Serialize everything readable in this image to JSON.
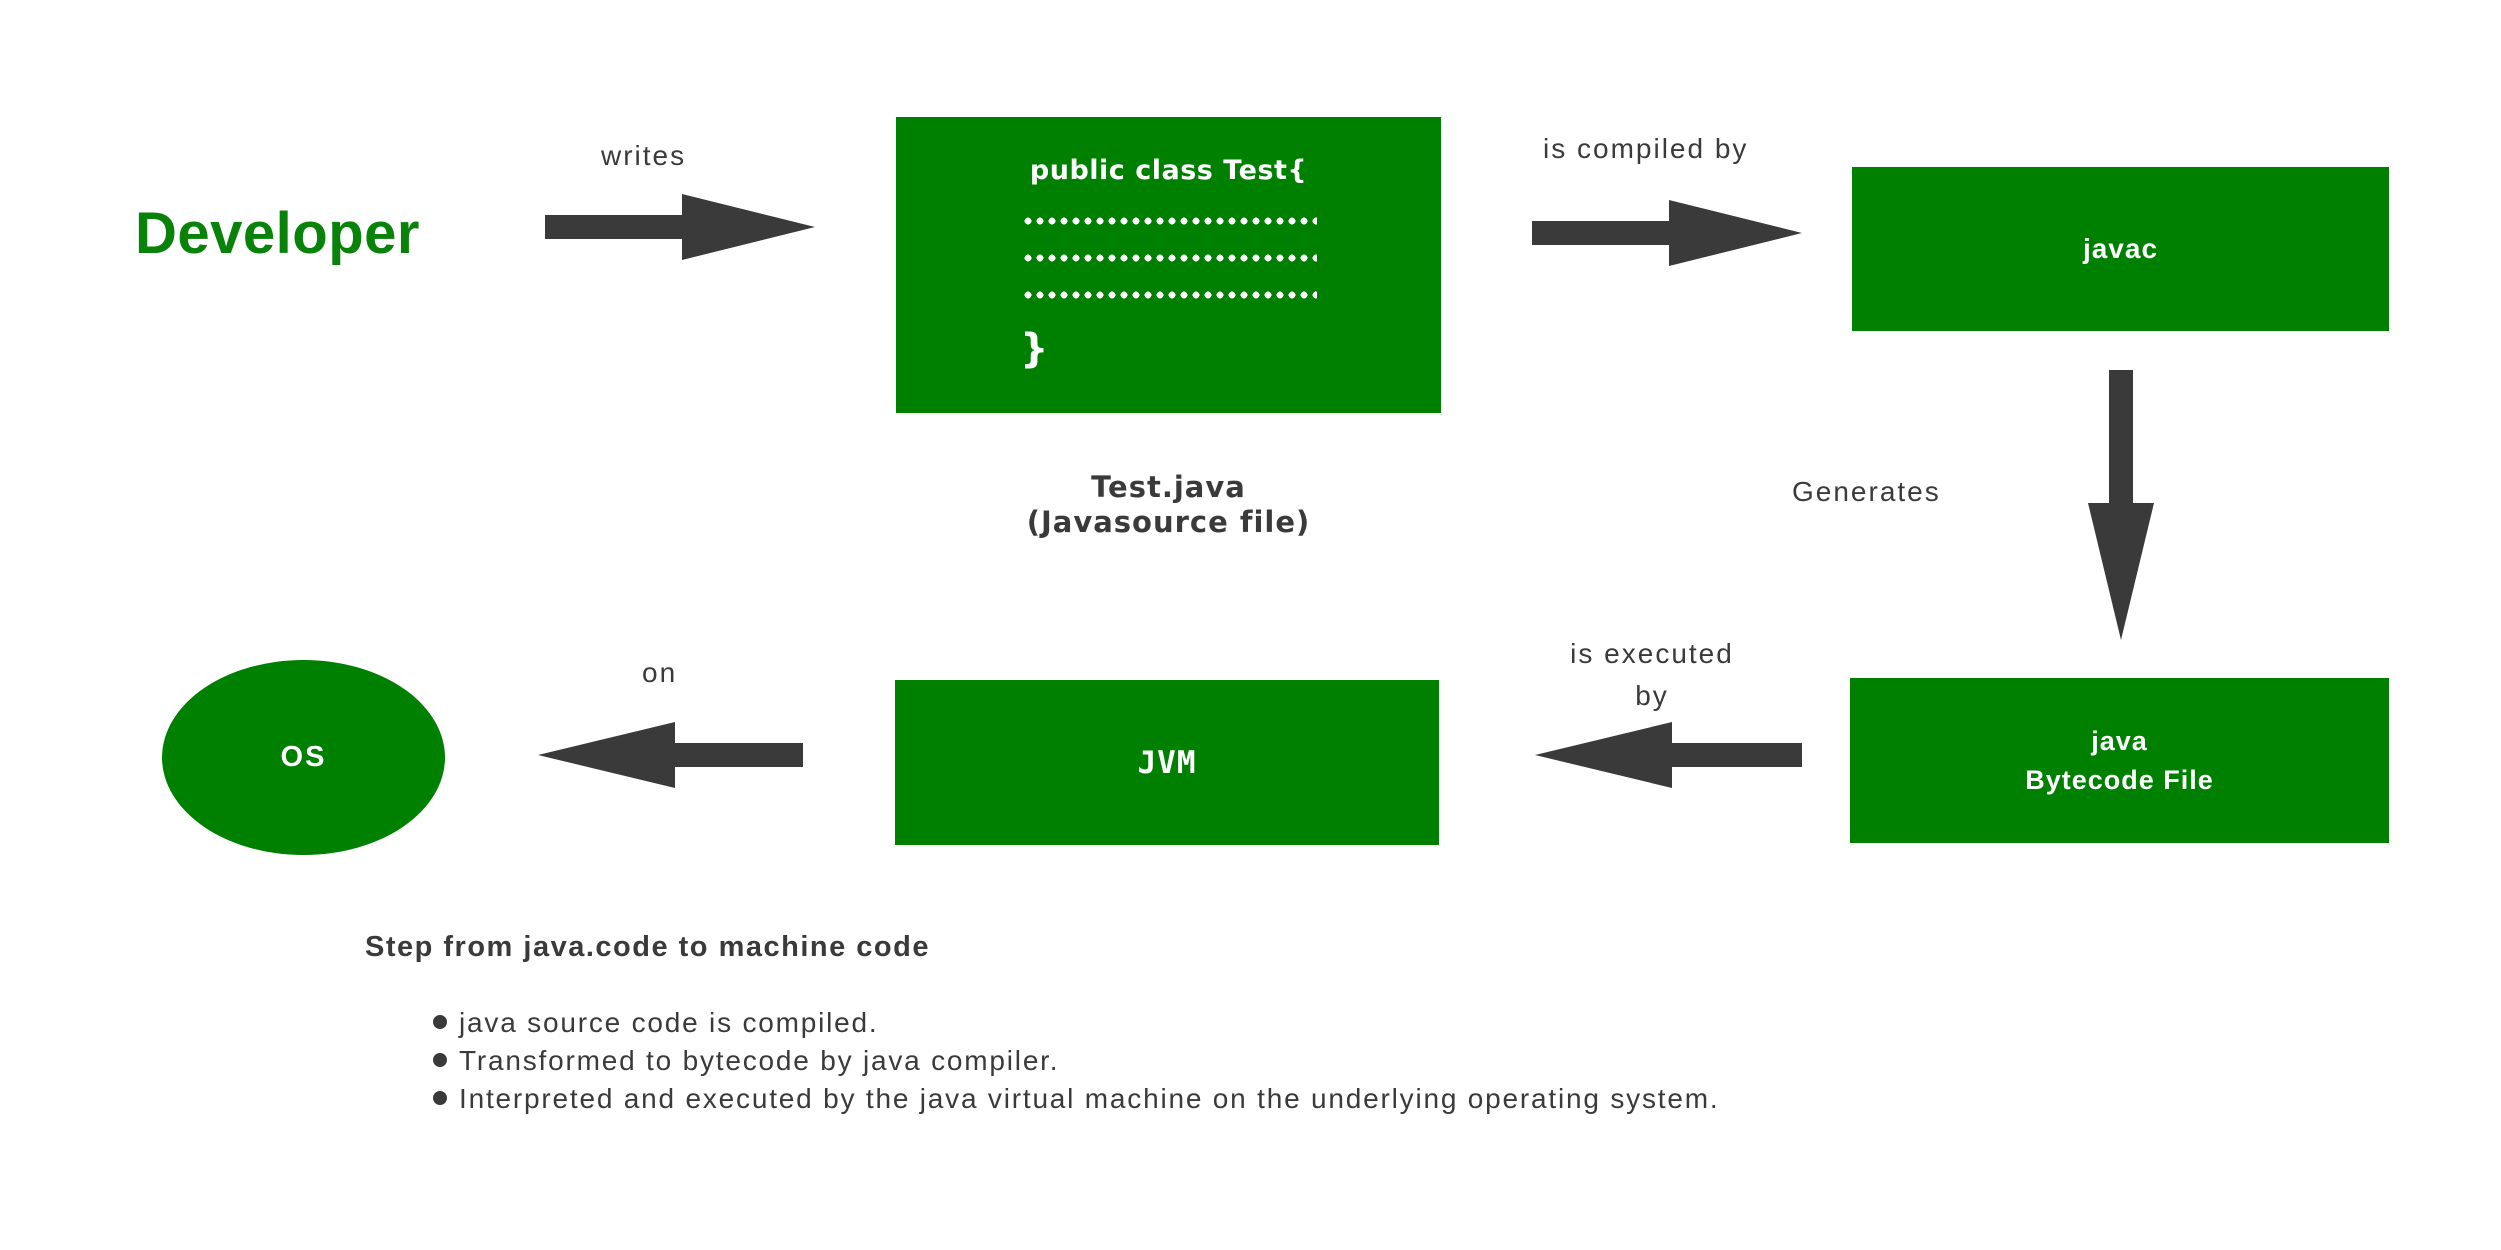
{
  "colors": {
    "node_green": "#008000",
    "developer_green": "#088208",
    "arrow_dark": "#3a3a3a",
    "text_dark": "#3a3a3a",
    "white": "#ffffff"
  },
  "nodes": {
    "developer": "Developer",
    "source_box": {
      "title": "public class Test{",
      "closing_brace": "}"
    },
    "source_caption_line1": "Test.java",
    "source_caption_line2": "(Javasource file)",
    "javac": "javac",
    "bytecode_line1": "java",
    "bytecode_line2": "Bytecode File",
    "jvm": "JVM",
    "os": "OS"
  },
  "edges": {
    "writes": "writes",
    "compiled": "is compiled by",
    "generates": "Generates",
    "executed_line1": "is executed",
    "executed_line2": "by",
    "on": "on"
  },
  "notes": {
    "title": "Step from java.code to machine code",
    "bullets": [
      "java source code is compiled.",
      "Transformed to bytecode by java compiler.",
      "Interpreted and executed by the java virtual machine on the underlying operating system."
    ]
  }
}
